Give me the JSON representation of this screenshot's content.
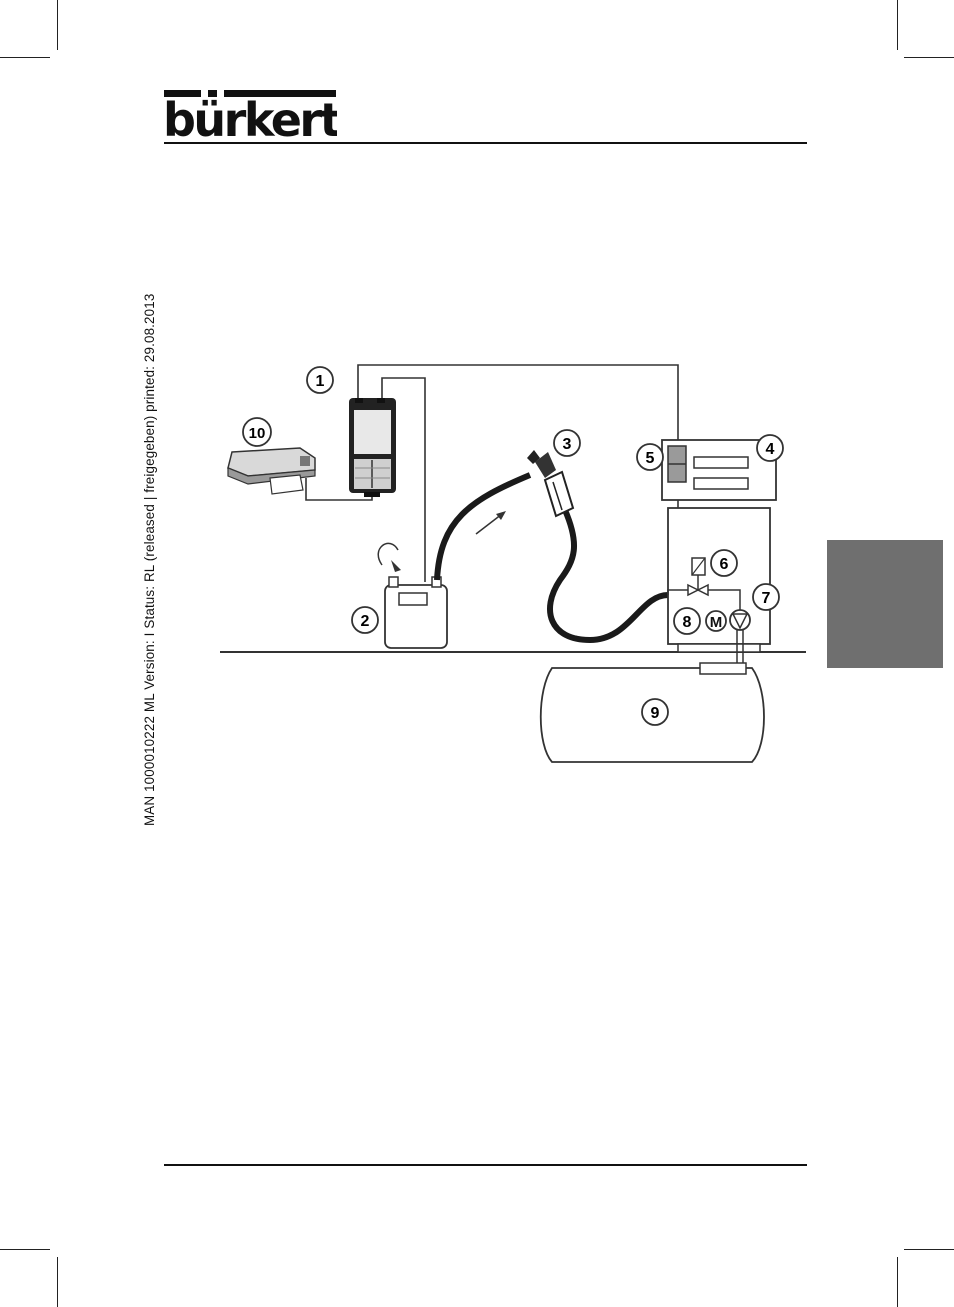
{
  "header": {
    "logo_text": "bürkert"
  },
  "side_label": "MAN  1000010222  ML  Version: I  Status: RL (released | freigegeben)  printed: 29.08.2013",
  "section_tab": {
    "color": "#6f6f6f"
  },
  "figure": {
    "callouts": [
      {
        "id": "callout-1",
        "label": "1"
      },
      {
        "id": "callout-2",
        "label": "2"
      },
      {
        "id": "callout-3",
        "label": "3"
      },
      {
        "id": "callout-4",
        "label": "4"
      },
      {
        "id": "callout-5",
        "label": "5"
      },
      {
        "id": "callout-6",
        "label": "6"
      },
      {
        "id": "callout-7",
        "label": "7"
      },
      {
        "id": "callout-8",
        "label": "8"
      },
      {
        "id": "callout-9",
        "label": "9"
      },
      {
        "id": "callout-10",
        "label": "10"
      }
    ],
    "motor_symbol": "M"
  }
}
